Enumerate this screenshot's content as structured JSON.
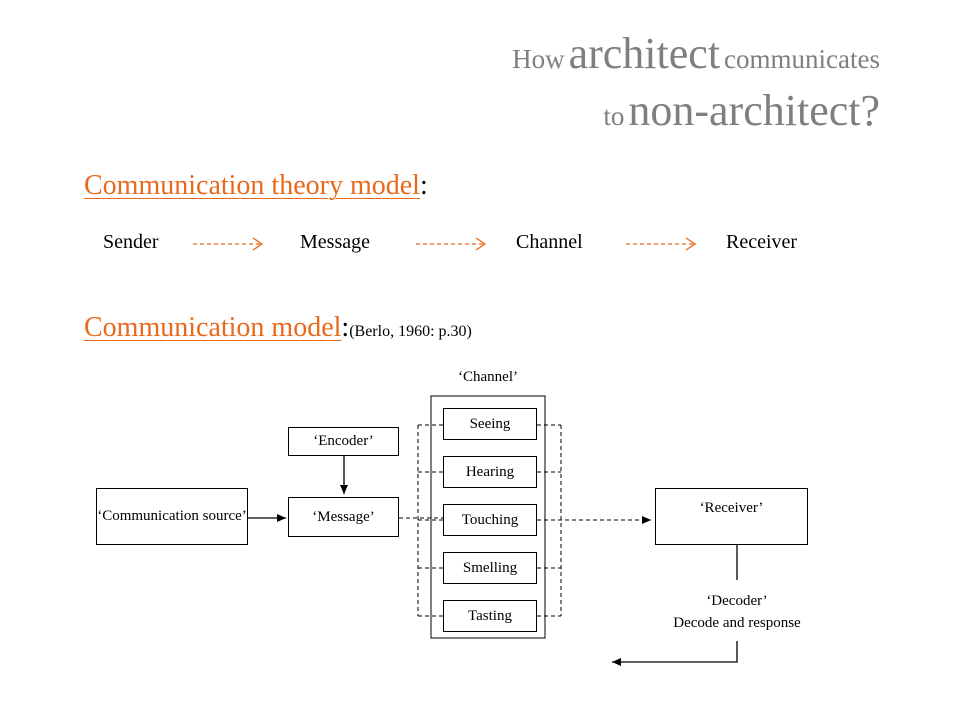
{
  "title": {
    "line1": {
      "w1": "How",
      "w2": "architect",
      "w3": "communicates"
    },
    "line2": {
      "w1": "to",
      "w2": "non-architect?"
    }
  },
  "section1": {
    "heading": "Communication theory model",
    "suffix": ":"
  },
  "flow": [
    "Sender",
    "Message",
    "Channel",
    "Receiver"
  ],
  "section2": {
    "heading": "Communication model",
    "suffix": ":",
    "citation": "(Berlo, 1960: p.30)"
  },
  "model": {
    "channel_label": "‘Channel’",
    "source": "‘Communication source’",
    "encoder": "‘Encoder’",
    "message": "‘Message’",
    "senses": [
      "Seeing",
      "Hearing",
      "Touching",
      "Smelling",
      "Tasting"
    ],
    "receiver": "‘Receiver’",
    "decoder_line1": "‘Decoder’",
    "decoder_line2": "Decode and response"
  },
  "colors": {
    "accent": "#e8691c",
    "title_gray": "#7f7f7f"
  }
}
